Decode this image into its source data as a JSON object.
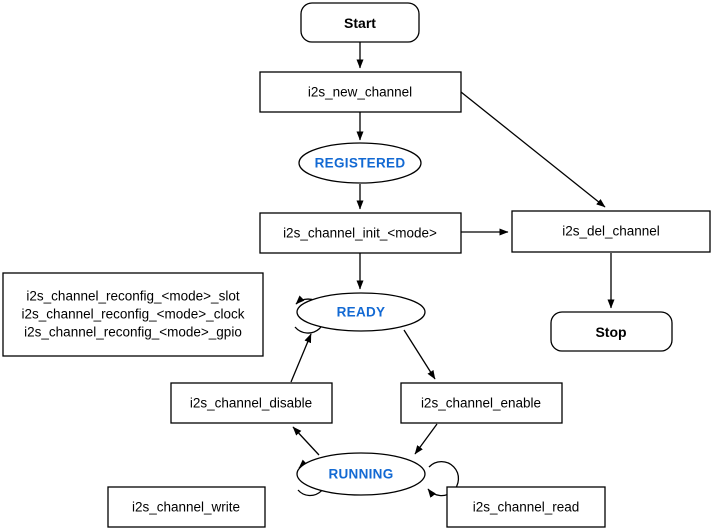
{
  "diagram": {
    "type": "state-flowchart",
    "colors": {
      "background": "#ffffff",
      "node_fill": "#ffffff",
      "node_border": "#000000",
      "edge": "#000000",
      "state_label": "#1269d3",
      "text": "#000000"
    },
    "nodes": {
      "start": {
        "label": "Start",
        "shape": "rounded-rect"
      },
      "new_channel": {
        "label": "i2s_new_channel",
        "shape": "rect"
      },
      "registered": {
        "label": "REGISTERED",
        "shape": "ellipse"
      },
      "init": {
        "label": "i2s_channel_init_<mode>",
        "shape": "rect"
      },
      "del_channel": {
        "label": "i2s_del_channel",
        "shape": "rect"
      },
      "stop": {
        "label": "Stop",
        "shape": "rounded-rect"
      },
      "reconfig": {
        "shape": "rect",
        "lines": [
          "i2s_channel_reconfig_<mode>_slot",
          "i2s_channel_reconfig_<mode>_clock",
          "i2s_channel_reconfig_<mode>_gpio"
        ]
      },
      "ready": {
        "label": "READY",
        "shape": "ellipse"
      },
      "disable": {
        "label": "i2s_channel_disable",
        "shape": "rect"
      },
      "enable": {
        "label": "i2s_channel_enable",
        "shape": "rect"
      },
      "running": {
        "label": "RUNNING",
        "shape": "ellipse"
      },
      "write": {
        "label": "i2s_channel_write",
        "shape": "rect"
      },
      "read": {
        "label": "i2s_channel_read",
        "shape": "rect"
      }
    },
    "edges": [
      {
        "from": "start",
        "to": "new_channel"
      },
      {
        "from": "new_channel",
        "to": "registered"
      },
      {
        "from": "new_channel",
        "to": "del_channel"
      },
      {
        "from": "registered",
        "to": "init"
      },
      {
        "from": "init",
        "to": "del_channel"
      },
      {
        "from": "init",
        "to": "ready"
      },
      {
        "from": "del_channel",
        "to": "stop"
      },
      {
        "from": "ready",
        "to": "ready",
        "note": "self-loop (reconfig)"
      },
      {
        "from": "ready",
        "to": "enable"
      },
      {
        "from": "enable",
        "to": "running"
      },
      {
        "from": "running",
        "to": "disable"
      },
      {
        "from": "disable",
        "to": "ready"
      },
      {
        "from": "running",
        "to": "running",
        "note": "self-loop left (write)"
      },
      {
        "from": "running",
        "to": "running",
        "note": "self-loop right (read)"
      }
    ]
  }
}
